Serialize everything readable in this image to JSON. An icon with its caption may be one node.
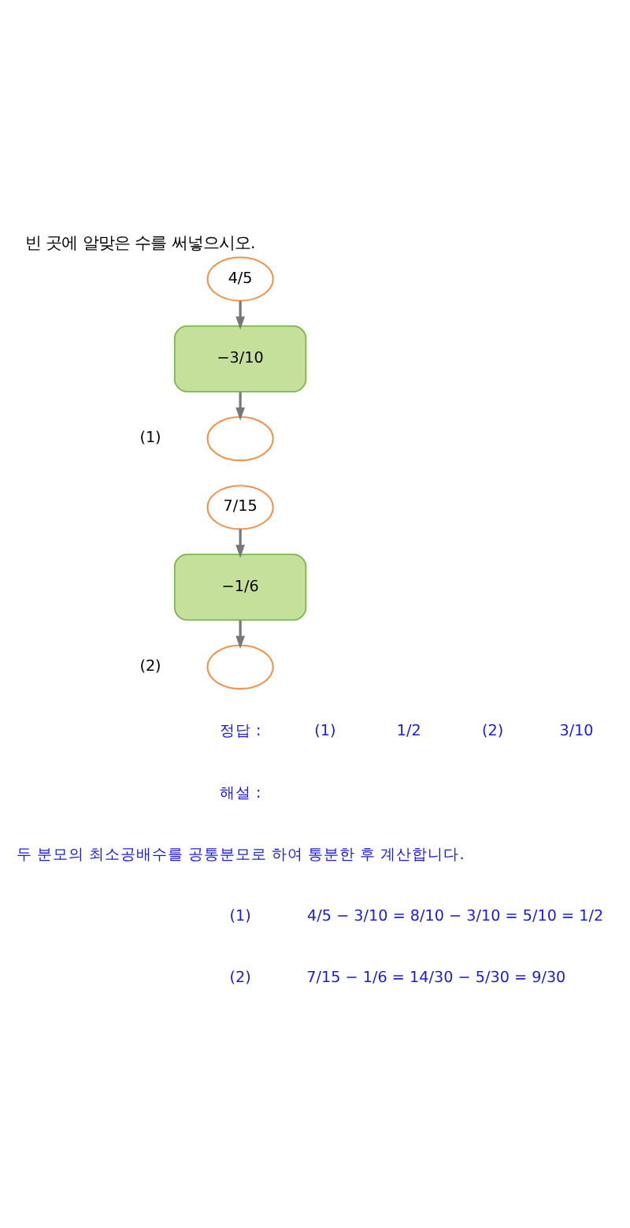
{
  "diagram": {
    "title": "빈 곳에 알맞은 수를 써넣으시오.",
    "nodes": [
      {
        "text": [
          "4/5"
        ]
      },
      {
        "text": [
          "−3/10"
        ]
      },
      {
        "text": [],
        "shape": "ellipse"
      },
      {
        "text": [
          "7/15"
        ]
      },
      {
        "text": [
          "−1/6"
        ]
      },
      {
        "text": [],
        "shape": "ellipse"
      }
    ],
    "edges": [
      {
        "from": 0,
        "to": 1,
        "arrow": "to"
      },
      {
        "from": 1,
        "to": 2,
        "arrow": "to"
      },
      {
        "from": 3,
        "to": 4,
        "arrow": "to"
      },
      {
        "from": 4,
        "to": 5,
        "arrow": "to"
      }
    ],
    "labels": [
      "(1)",
      "(2)",
      "정답 :",
      "(1)",
      "1/2",
      "(2)",
      "3/10",
      "해설 :",
      "두 분모의 최소공배수를 공통분모로 하여 통분한 후 계산합니다.",
      "(1)",
      "4/5 − 3/10 = 8/10 − 3/10 = 5/10 = 1/2",
      "(2)",
      "7/15 − 1/6 = 14/30 − 5/30 = 9/30"
    ]
  }
}
